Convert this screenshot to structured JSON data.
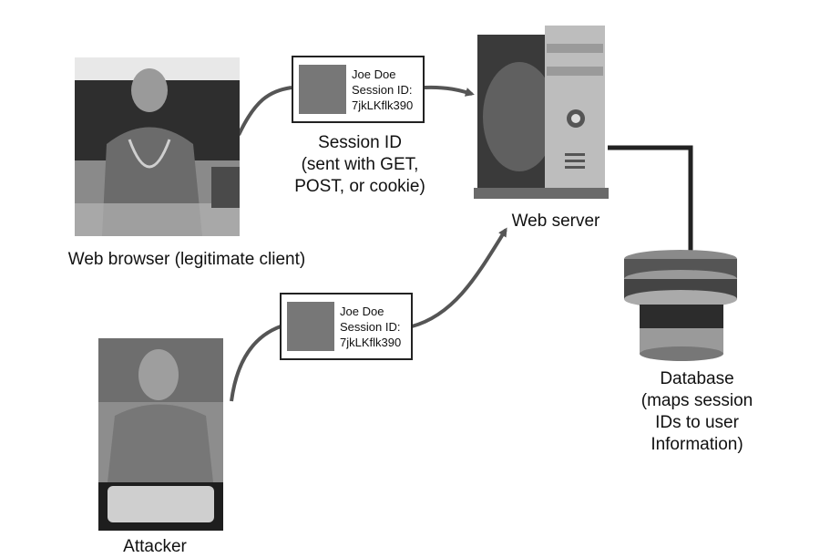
{
  "client": {
    "label": "Web browser (legitimate client)"
  },
  "attacker": {
    "label": "Attacker"
  },
  "server": {
    "label": "Web server"
  },
  "database": {
    "label_lines": [
      "Database",
      "(maps session",
      "IDs to user",
      "Information)"
    ]
  },
  "session_caption": {
    "lines": [
      "Session ID",
      "(sent with GET,",
      "POST, or cookie)"
    ]
  },
  "legit_card": {
    "name": "Joe Doe",
    "field_label": "Session ID:",
    "session_id": "7jkLKflk390"
  },
  "attacker_card": {
    "name": "Joe Doe",
    "field_label": "Session ID:",
    "session_id": "7jkLKflk390"
  },
  "colors": {
    "arrow": "#555555",
    "link": "#222222",
    "card_border": "#222222"
  }
}
